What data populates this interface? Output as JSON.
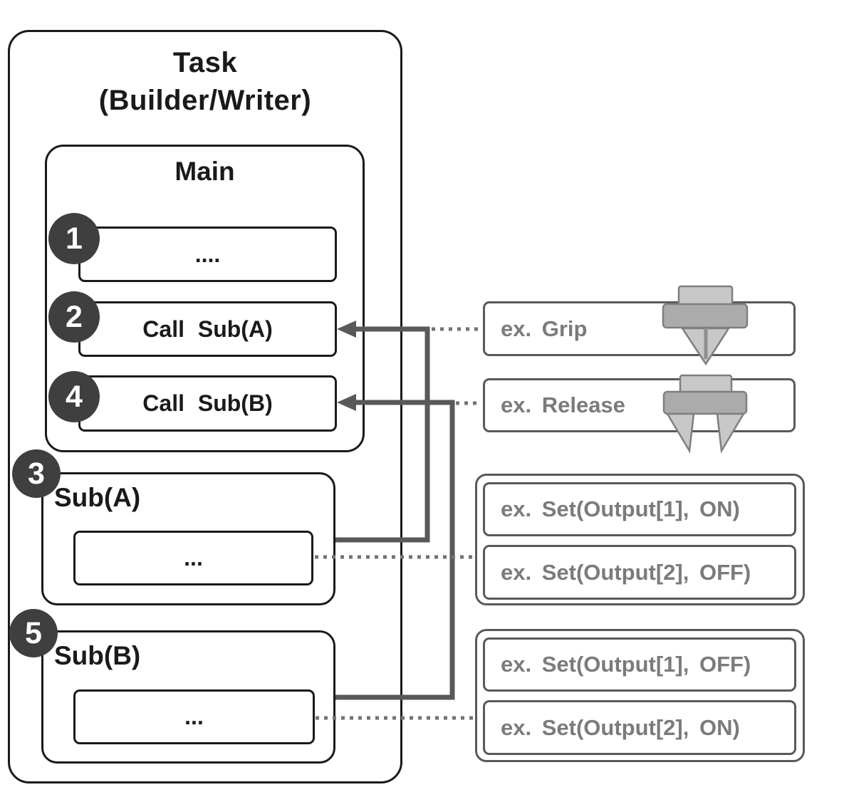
{
  "task": {
    "title_line1": "Task",
    "title_line2": "(Builder/Writer)"
  },
  "main": {
    "label": "Main",
    "items": [
      {
        "badge": "1",
        "text": "...."
      },
      {
        "badge": "2",
        "text": "Call Sub(A)"
      },
      {
        "badge": "4",
        "text": "Call Sub(B)"
      }
    ]
  },
  "subs": [
    {
      "badge": "3",
      "label": "Sub(A)",
      "body": "..."
    },
    {
      "badge": "5",
      "label": "Sub(B)",
      "body": "..."
    }
  ],
  "annotations": {
    "grip_label": "ex. Grip",
    "release_label": "ex. Release",
    "grip_icon": "gripper-closed-icon",
    "release_icon": "gripper-open-icon",
    "sub_a_examples": [
      "ex. Set(Output[1], ON)",
      "ex. Set(Output[2], OFF)"
    ],
    "sub_b_examples": [
      "ex. Set(Output[1], OFF)",
      "ex. Set(Output[2], ON)"
    ]
  },
  "colors": {
    "box_border": "#1a1a1a",
    "badge_fill": "#3f3f3f",
    "connector_solid": "#595959",
    "connector_dotted": "#737373",
    "annotation_text": "#7b7b7b",
    "annotation_border": "#595959",
    "gripper_light": "#c8c8c8",
    "gripper_body": "#ababab",
    "gripper_stroke": "#7f7f7f"
  }
}
